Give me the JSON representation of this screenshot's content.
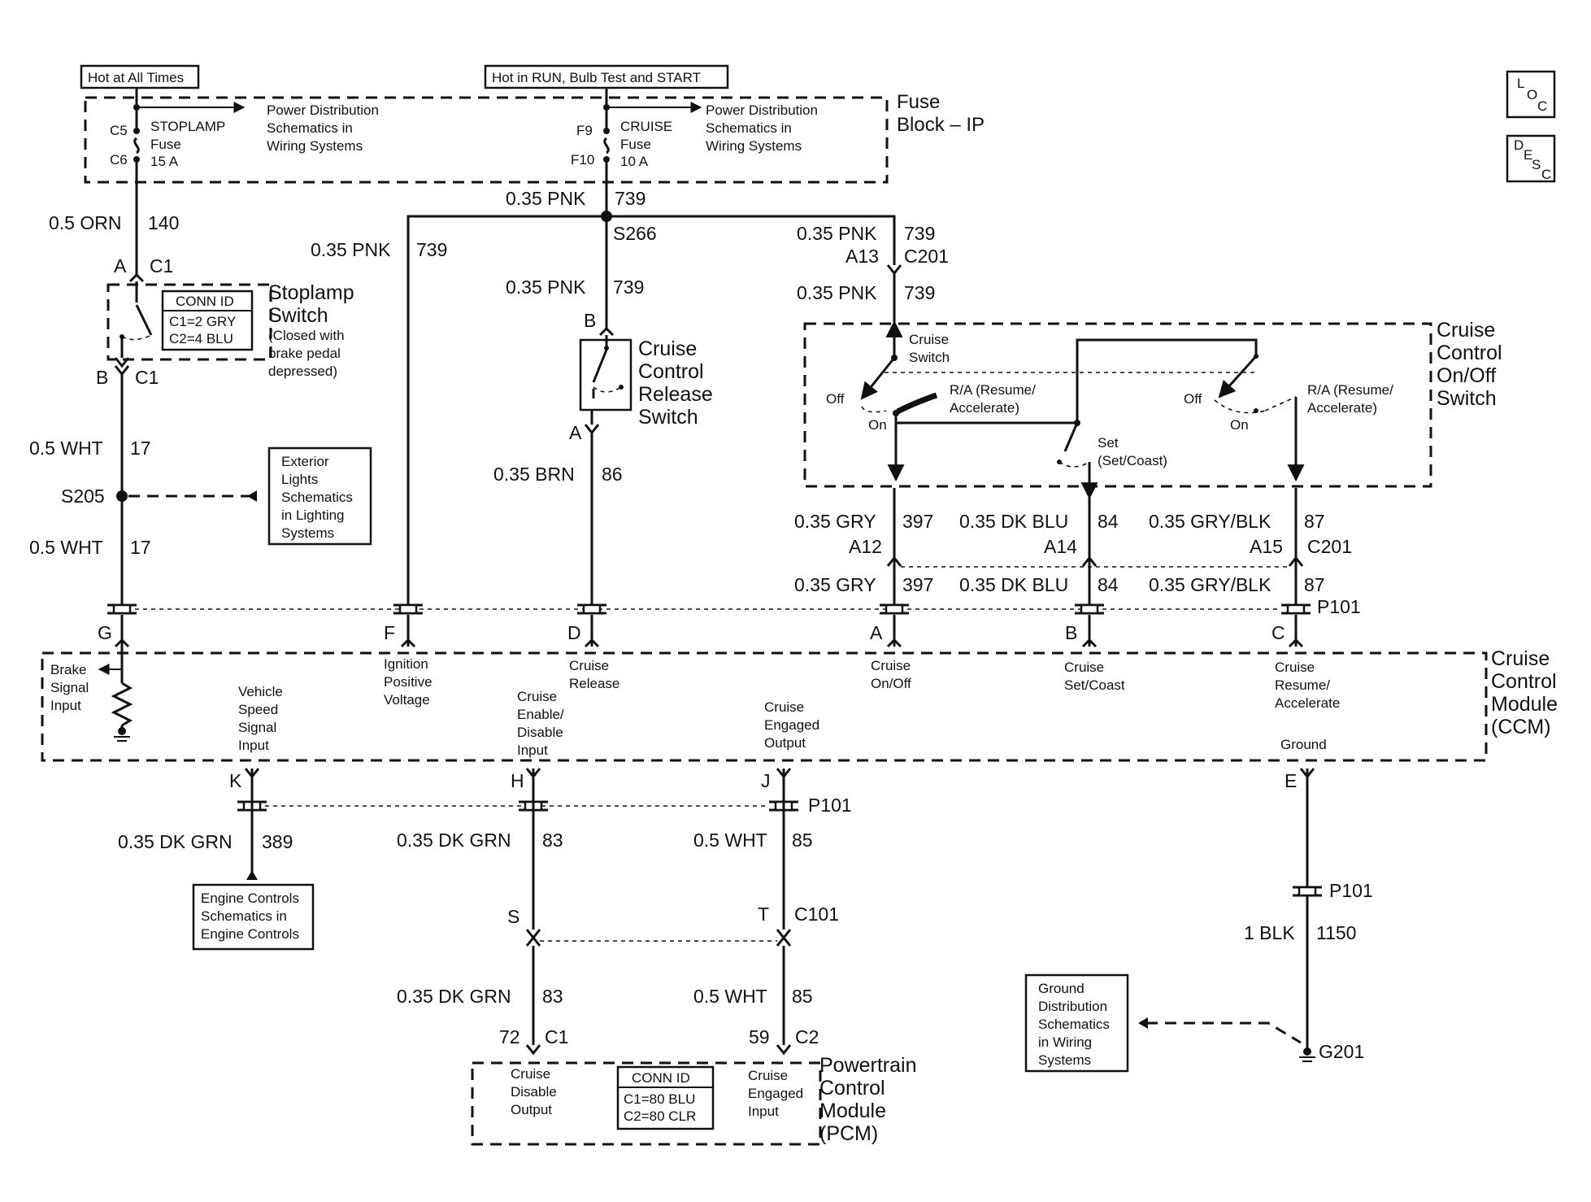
{
  "icons": {
    "loc": [
      "L",
      "O",
      "C"
    ],
    "desc": [
      "D",
      "E",
      "S",
      "C"
    ]
  },
  "power": {
    "hot_at_all_times": "Hot at All Times",
    "hot_in_run": "Hot in RUN, Bulb Test and START"
  },
  "fuse_block": {
    "title": [
      "Fuse",
      "Block – IP"
    ],
    "power_dist_ref": [
      "Power Distribution",
      "Schematics in",
      "Wiring Systems"
    ],
    "stoplamp_fuse": {
      "pin_in": "C5",
      "pin_out": "C6",
      "label": [
        "STOPLAMP",
        "Fuse",
        "15 A"
      ]
    },
    "cruise_fuse": {
      "pin_in": "F9",
      "pin_out": "F10",
      "label": [
        "CRUISE",
        "Fuse",
        "10 A"
      ]
    }
  },
  "stoplamp_switch": {
    "title": [
      "Stoplamp",
      "Switch"
    ],
    "note": [
      "(Closed with",
      "brake pedal",
      "depressed)"
    ],
    "conn_id": [
      "CONN ID",
      "C1=2 GRY",
      "C2=4 BLU"
    ],
    "pin_top": "A",
    "conn_top": "C1",
    "pin_bottom": "B",
    "conn_bottom": "C1"
  },
  "release_switch": {
    "title": [
      "Cruise",
      "Control",
      "Release",
      "Switch"
    ],
    "pin_top": "B",
    "pin_bottom": "A"
  },
  "on_off_switch": {
    "title": [
      "Cruise",
      "Control",
      "On/Off",
      "Switch"
    ],
    "cruise_switch": [
      "Cruise",
      "Switch"
    ],
    "off": "Off",
    "on": "On",
    "ra": [
      "R/A (Resume/",
      "Accelerate)"
    ],
    "set": [
      "Set",
      "(Set/Coast)"
    ]
  },
  "splices": {
    "s266": "S266",
    "s205": "S205"
  },
  "exterior_lights_ref": [
    "Exterior",
    "Lights",
    "Schematics",
    "in Lighting",
    "Systems"
  ],
  "wires": {
    "w140": {
      "size_color": "0.5 ORN",
      "circuit": "140"
    },
    "w739": {
      "size_color": "0.35 PNK",
      "circuit": "739"
    },
    "w17": {
      "size_color": "0.5 WHT",
      "circuit": "17"
    },
    "w86": {
      "size_color": "0.35 BRN",
      "circuit": "86"
    },
    "w397": {
      "size_color": "0.35 GRY",
      "circuit": "397"
    },
    "w84": {
      "size_color": "0.35 DK BLU",
      "circuit": "84"
    },
    "w87": {
      "size_color": "0.35 GRY/BLK",
      "circuit": "87"
    },
    "w389": {
      "size_color": "0.35 DK GRN",
      "circuit": "389"
    },
    "w83": {
      "size_color": "0.35 DK GRN",
      "circuit": "83"
    },
    "w85": {
      "size_color": "0.5 WHT",
      "circuit": "85"
    },
    "w1150": {
      "size_color": "1 BLK",
      "circuit": "1150"
    }
  },
  "connectors": {
    "c201": "C201",
    "a13": "A13",
    "a12": "A12",
    "a14": "A14",
    "a15": "A15",
    "p101": "P101",
    "c101": "C101",
    "pcm_c1": "C1",
    "pcm_c2": "C2",
    "pcm_pin72": "72",
    "pcm_pin59": "59",
    "s_pin": "S",
    "t_pin": "T"
  },
  "ccm": {
    "title": [
      "Cruise",
      "Control",
      "Module",
      "(CCM)"
    ],
    "pins_top": [
      "G",
      "F",
      "D",
      "A",
      "B",
      "C"
    ],
    "pins_bottom": [
      "K",
      "H",
      "J",
      "E"
    ],
    "labels": {
      "brake": [
        "Brake",
        "Signal",
        "Input"
      ],
      "vss": [
        "Vehicle",
        "Speed",
        "Signal",
        "Input"
      ],
      "ign": [
        "Ignition",
        "Positive",
        "Voltage"
      ],
      "enable": [
        "Cruise",
        "Enable/",
        "Disable",
        "Input"
      ],
      "release": [
        "Cruise",
        "Release"
      ],
      "engaged": [
        "Cruise",
        "Engaged",
        "Output"
      ],
      "onoff": [
        "Cruise",
        "On/Off"
      ],
      "setcoast": [
        "Cruise",
        "Set/Coast"
      ],
      "resume": [
        "Cruise",
        "Resume/",
        "Accelerate"
      ],
      "ground": "Ground"
    }
  },
  "engine_controls_ref": [
    "Engine Controls",
    "Schematics in",
    "Engine Controls"
  ],
  "ground_dist_ref": [
    "Ground",
    "Distribution",
    "Schematics",
    "in Wiring",
    "Systems"
  ],
  "ground": "G201",
  "pcm": {
    "title": [
      "Powertrain",
      "Control",
      "Module",
      "(PCM)"
    ],
    "disable": [
      "Cruise",
      "Disable",
      "Output"
    ],
    "engaged": [
      "Cruise",
      "Engaged",
      "Input"
    ],
    "conn_id": [
      "CONN ID",
      "C1=80 BLU",
      "C2=80 CLR"
    ]
  }
}
